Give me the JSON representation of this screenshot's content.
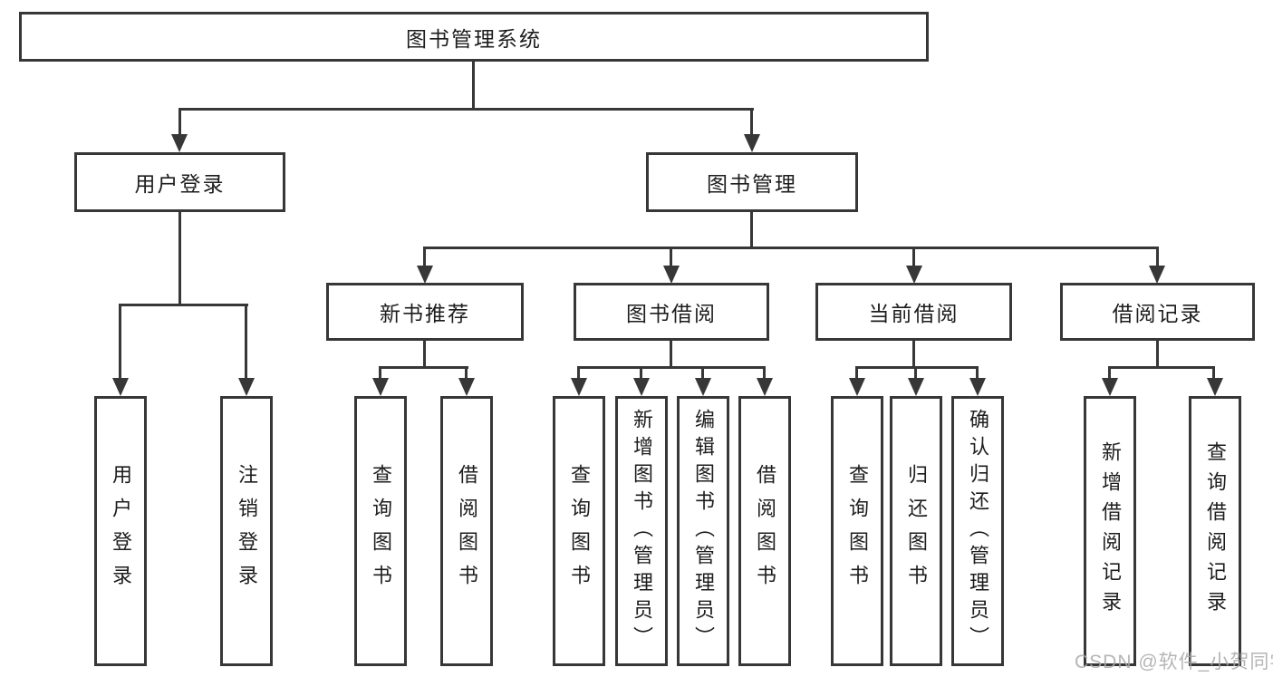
{
  "diagram": {
    "colors": {
      "line": "#373737",
      "text": "#1d1d1d",
      "background": "#ffffff",
      "watermark": "#a9a9a9"
    },
    "watermark": "CSDN @软件_小贺同学",
    "tree": {
      "root": {
        "label": "图书管理系统"
      },
      "children": [
        {
          "label": "用户登录",
          "children": [
            {
              "label": "用户登录"
            },
            {
              "label": "注销登录"
            }
          ]
        },
        {
          "label": "图书管理",
          "children": [
            {
              "label": "新书推荐",
              "children": [
                {
                  "label": "查询图书"
                },
                {
                  "label": "借阅图书"
                }
              ]
            },
            {
              "label": "图书借阅",
              "children": [
                {
                  "label": "查询图书"
                },
                {
                  "label": "新增图书（管理员）"
                },
                {
                  "label": "编辑图书（管理员）"
                },
                {
                  "label": "借阅图书"
                }
              ]
            },
            {
              "label": "当前借阅",
              "children": [
                {
                  "label": "查询图书"
                },
                {
                  "label": "归还图书"
                },
                {
                  "label": "确认归还（管理员）"
                }
              ]
            },
            {
              "label": "借阅记录",
              "children": [
                {
                  "label": "新增借阅记录"
                },
                {
                  "label": "查询借阅记录"
                }
              ]
            }
          ]
        }
      ]
    }
  }
}
